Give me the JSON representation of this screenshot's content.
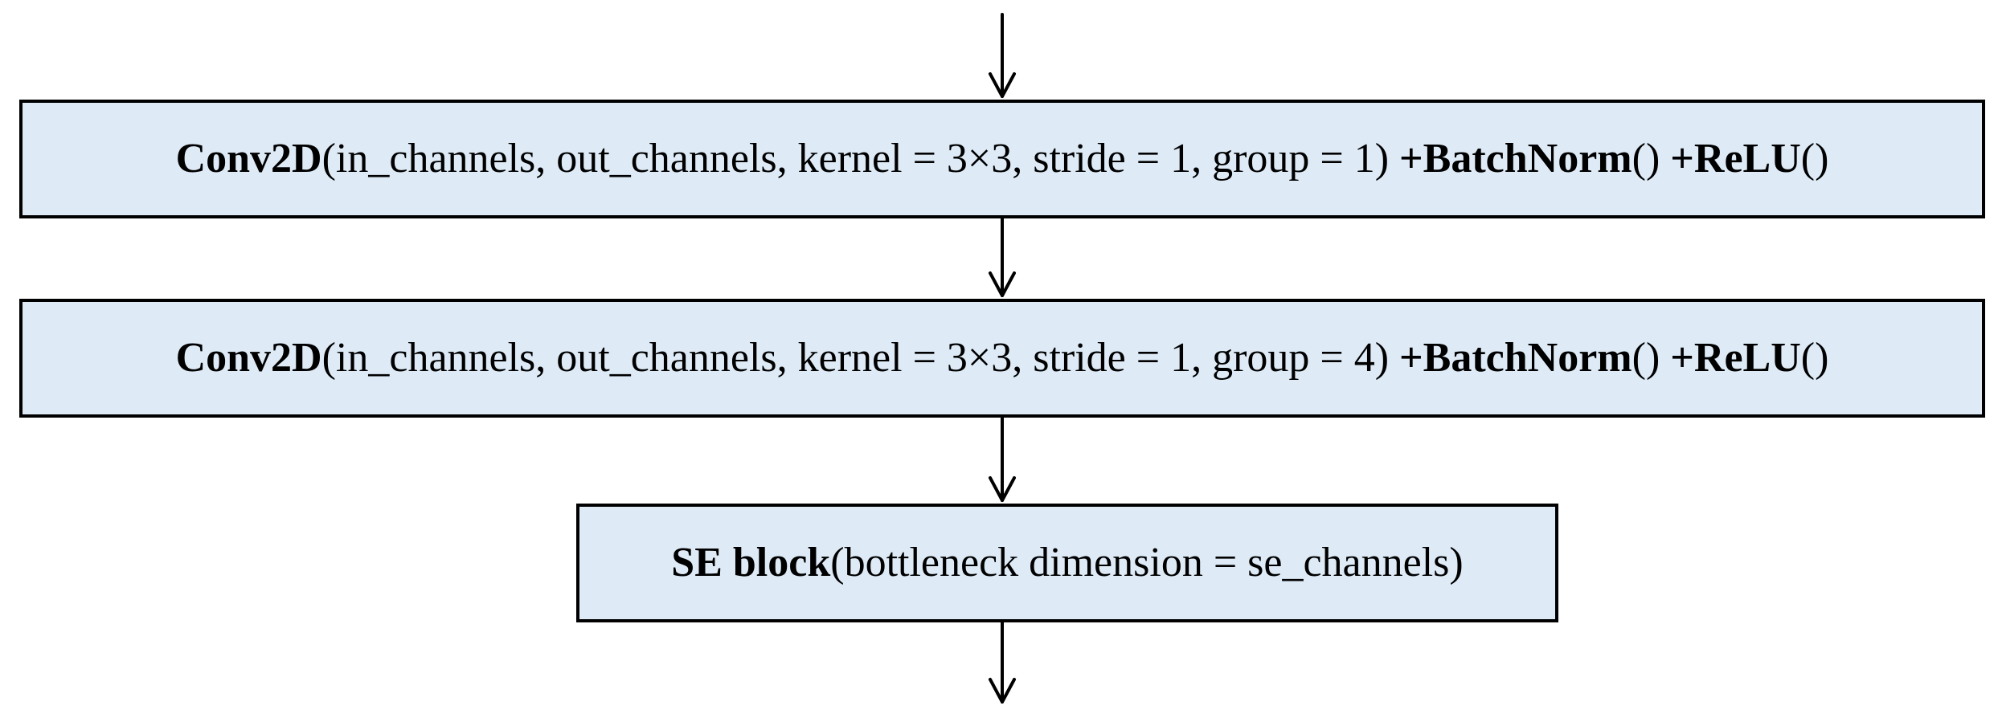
{
  "colors": {
    "box_fill": "#deebf7",
    "stroke": "#000000",
    "text": "#000000"
  },
  "blocks": [
    {
      "bold": "Conv2D",
      "args": "(in_channels, out_channels, kernel = 3×3, stride = 1, group = 1) ",
      "bn_bold": "+BatchNorm",
      "bn_tail": "() ",
      "relu_bold": "+ReLU",
      "relu_tail": "()"
    },
    {
      "bold": "Conv2D",
      "args": "(in_channels, out_channels, kernel = 3×3, stride = 1, group = 4) ",
      "bn_bold": "+BatchNorm",
      "bn_tail": "() ",
      "relu_bold": "+ReLU",
      "relu_tail": "()"
    },
    {
      "bold": "SE block",
      "args": "(bottleneck dimension = se_channels)"
    }
  ]
}
